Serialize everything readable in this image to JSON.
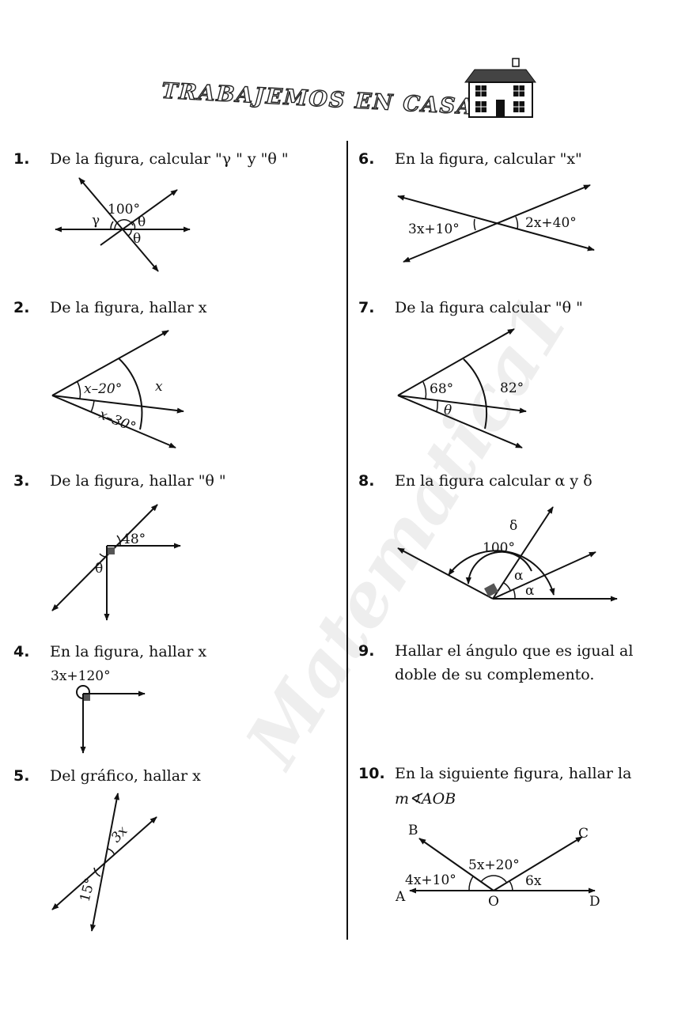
{
  "header": {
    "title": "TRABAJEMOS EN CASA"
  },
  "watermark": "Matematica1",
  "problems": [
    {
      "number": "1.",
      "text": "De la figura, calcular \"γ \"  y  \"θ \"",
      "labels": {
        "a": "100°",
        "b": "γ",
        "c": "θ",
        "d": "θ"
      }
    },
    {
      "number": "2.",
      "text": "De la figura, hallar x",
      "labels": {
        "a": "x–20°",
        "b": "x",
        "c": "x–30°"
      }
    },
    {
      "number": "3.",
      "text": "De la figura, hallar \"θ \"",
      "labels": {
        "a": "48°",
        "b": "θ"
      }
    },
    {
      "number": "4.",
      "text": "En la figura, hallar x",
      "labels": {
        "a": "3x+120°"
      }
    },
    {
      "number": "5.",
      "text": "Del gráfico, hallar x",
      "labels": {
        "a": "3x",
        "b": "15°"
      }
    },
    {
      "number": "6.",
      "text": "En la figura, calcular \"x\"",
      "labels": {
        "a": "3x+10°",
        "b": "2x+40°"
      }
    },
    {
      "number": "7.",
      "text": "De la figura calcular \"θ \"",
      "labels": {
        "a": "68°",
        "b": "82°",
        "c": "θ"
      }
    },
    {
      "number": "8.",
      "text": "En la figura calcular α  y δ",
      "labels": {
        "a": "δ",
        "b": "100°",
        "c": "α",
        "d": "α"
      }
    },
    {
      "number": "9.",
      "text": "Hallar el ángulo que es igual al doble de su complemento."
    },
    {
      "number": "10.",
      "text": "En la siguiente figura, hallar la",
      "text2": "m∢AOB",
      "labels": {
        "B": "B",
        "C": "C",
        "A": "A",
        "O": "O",
        "D": "D",
        "aob": "4x+10°",
        "boc": "5x+20°",
        "cod": "6x"
      }
    }
  ]
}
